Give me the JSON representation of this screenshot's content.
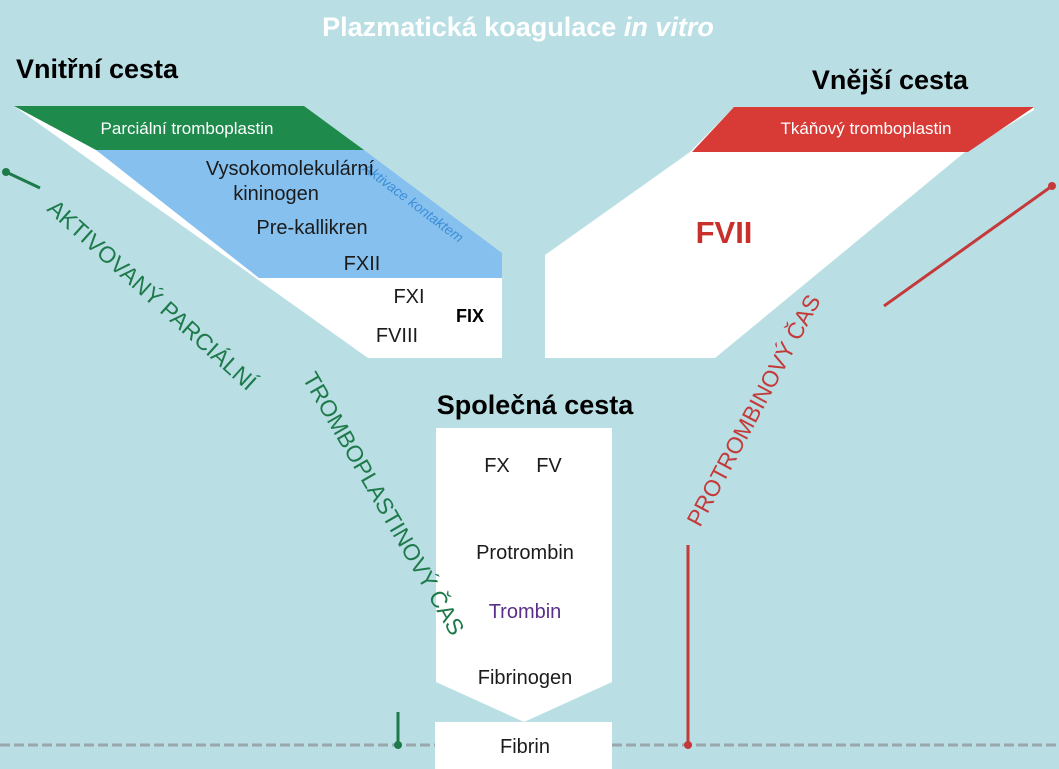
{
  "title": {
    "main": "Plazmatická koagulace ",
    "italic": "in vitro"
  },
  "intrinsic": {
    "heading": "Vnitřní cesta",
    "band_label": "Parciální tromboplastin",
    "side_label": "Aktivace kontaktem",
    "factors": [
      "Vysokomolekulární",
      "kininogen",
      "Pre-kallikren",
      "FXII",
      "FXI",
      "FIX",
      "FVIII"
    ],
    "test_label": "AKTIVOVANÝ PARCIÁLNÍ TROMBOPLASTINOVÝ ČAS"
  },
  "extrinsic": {
    "heading": "Vnější cesta",
    "band_label": "Tkáňový tromboplastin",
    "factor": "FVII",
    "test_label": "PROTROMBINOVÝ ČAS"
  },
  "common": {
    "heading": "Společná cesta",
    "factors": [
      "FX",
      "FV",
      "Protrombin",
      "Trombin",
      "Fibrinogen"
    ],
    "product": "Fibrin"
  },
  "colors": {
    "background": "#b9dfe4",
    "intrinsic_band": "#1e8a4c",
    "intrinsic_contact": "#86c0ee",
    "side_label": "#3b8ed8",
    "extrinsic_band": "#d83a36",
    "fvii": "#c8302c",
    "aptt_line": "#1e7a4a",
    "pt_line": "#c43a3a",
    "trombin": "#5a2f8a"
  }
}
